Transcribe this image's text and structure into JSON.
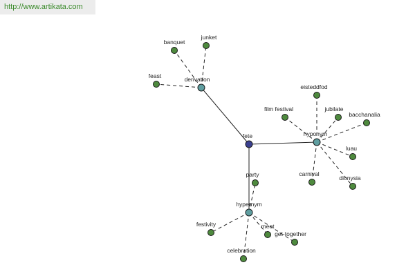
{
  "watermark": {
    "text": "http://www.artikata.com"
  },
  "colors": {
    "center": "#3a3f8f",
    "hub": "#5f9ea0",
    "leaf": "#4e8a3e",
    "edge": "#222222"
  },
  "graph": {
    "center": {
      "id": "fete",
      "label": "fete"
    },
    "hubs": [
      {
        "id": "derivation",
        "label": "derivation"
      },
      {
        "id": "hyponym",
        "label": "hyponym"
      },
      {
        "id": "hypernym",
        "label": "hypernym"
      }
    ],
    "leaves": [
      {
        "id": "banquet",
        "label": "banquet",
        "parent": "derivation"
      },
      {
        "id": "junket",
        "label": "junket",
        "parent": "derivation"
      },
      {
        "id": "feast",
        "label": "feast",
        "parent": "derivation"
      },
      {
        "id": "eisteddfod",
        "label": "eisteddfod",
        "parent": "hyponym"
      },
      {
        "id": "film-festival",
        "label": "film festival",
        "parent": "hyponym"
      },
      {
        "id": "jubilate",
        "label": "jubilate",
        "parent": "hyponym"
      },
      {
        "id": "bacchanalia",
        "label": "bacchanalia",
        "parent": "hyponym"
      },
      {
        "id": "luau",
        "label": "luau",
        "parent": "hyponym"
      },
      {
        "id": "carnival",
        "label": "carnival",
        "parent": "hyponym"
      },
      {
        "id": "dionysia",
        "label": "dionysia",
        "parent": "hyponym"
      },
      {
        "id": "party",
        "label": "party",
        "parent": "hypernym"
      },
      {
        "id": "festivity",
        "label": "festivity",
        "parent": "hypernym"
      },
      {
        "id": "meet",
        "label": "meet",
        "parent": "hypernym"
      },
      {
        "id": "get-together",
        "label": "get-together",
        "parent": "hypernym"
      },
      {
        "id": "celebration",
        "label": "celebration",
        "parent": "hypernym"
      }
    ]
  }
}
